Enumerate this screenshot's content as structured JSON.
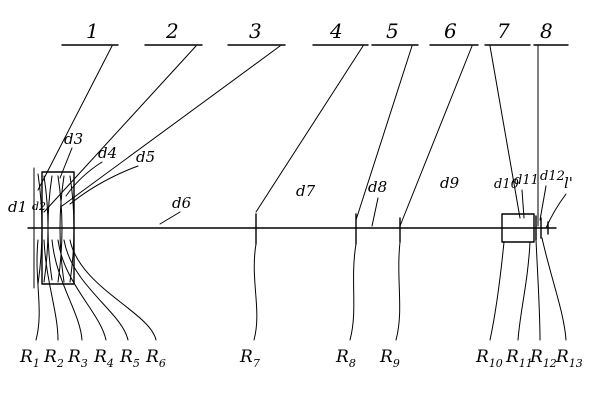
{
  "part_numbers": [
    "1",
    "2",
    "3",
    "4",
    "5",
    "6",
    "7",
    "8"
  ],
  "spacing_labels": [
    "d1",
    "d2",
    "d3",
    "d4",
    "d5",
    "d6",
    "d7",
    "d8",
    "d9",
    "d10",
    "d11",
    "d12",
    "l'"
  ],
  "radius_labels": [
    {
      "letter": "R",
      "sub": "1"
    },
    {
      "letter": "R",
      "sub": "2"
    },
    {
      "letter": "R",
      "sub": "3"
    },
    {
      "letter": "R",
      "sub": "4"
    },
    {
      "letter": "R",
      "sub": "5"
    },
    {
      "letter": "R",
      "sub": "6"
    },
    {
      "letter": "R",
      "sub": "7"
    },
    {
      "letter": "R",
      "sub": "8"
    },
    {
      "letter": "R",
      "sub": "9"
    },
    {
      "letter": "R",
      "sub": "10"
    },
    {
      "letter": "R",
      "sub": "11"
    },
    {
      "letter": "R",
      "sub": "12"
    },
    {
      "letter": "R",
      "sub": "13"
    }
  ]
}
